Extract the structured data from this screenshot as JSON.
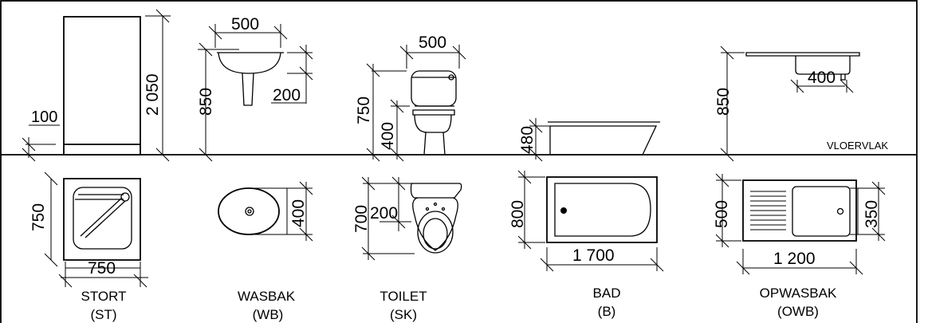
{
  "floor_label": "VLOERVLAK",
  "fixtures": [
    {
      "id": "shower",
      "name": "STORT",
      "code": "(ST)",
      "elevation_dims": [
        "100",
        "2 050"
      ],
      "plan_dims": [
        "750",
        "750"
      ]
    },
    {
      "id": "basin",
      "name": "WASBAK",
      "code": "(WB)",
      "elevation_dims": [
        "500",
        "850",
        "200"
      ],
      "plan_dims": [
        "400"
      ]
    },
    {
      "id": "toilet",
      "name": "TOILET",
      "code": "(SK)",
      "elevation_dims": [
        "500",
        "750",
        "400"
      ],
      "plan_dims": [
        "700",
        "200"
      ]
    },
    {
      "id": "bath",
      "name": "BAD",
      "code": "(B)",
      "elevation_dims": [
        "480"
      ],
      "plan_dims": [
        "800",
        "1 700"
      ]
    },
    {
      "id": "sink",
      "name": "OPWASBAK",
      "code": "(OWB)",
      "elevation_dims": [
        "850",
        "400"
      ],
      "plan_dims": [
        "500",
        "350",
        "1 200"
      ]
    }
  ]
}
